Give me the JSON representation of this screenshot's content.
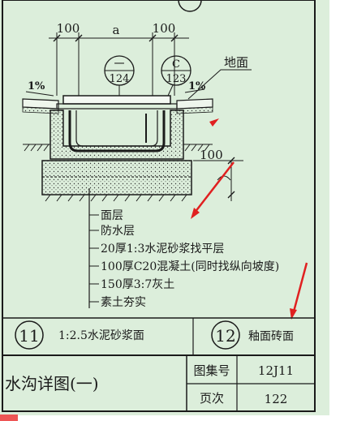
{
  "dimensions": {
    "left": "100",
    "middle": "a",
    "right": "100",
    "right_lower": "100"
  },
  "slope": {
    "left": "1%",
    "right": "1%"
  },
  "ground_label": "地面",
  "callouts": [
    {
      "top": "一",
      "bottom": "124"
    },
    {
      "top": "C",
      "bottom": "123"
    }
  ],
  "layers": [
    "面层",
    "防水层",
    "20厚1:3水泥砂浆找平层",
    "100厚C20混凝土(同时找纵向坡度)",
    "150厚3:7灰土",
    "素土夯实"
  ],
  "options": [
    {
      "number": "11",
      "text": "1:2.5水泥砂浆面"
    },
    {
      "number": "12",
      "text": "釉面砖面"
    }
  ],
  "title_block": {
    "title": "水沟详图(一)",
    "atlas_label": "图集号",
    "atlas_value": "12J11",
    "page_label": "页次",
    "page_value": "122"
  },
  "colors": {
    "background": "#dceedb",
    "line": "#1a1a1a",
    "annotation": "#e02020"
  }
}
